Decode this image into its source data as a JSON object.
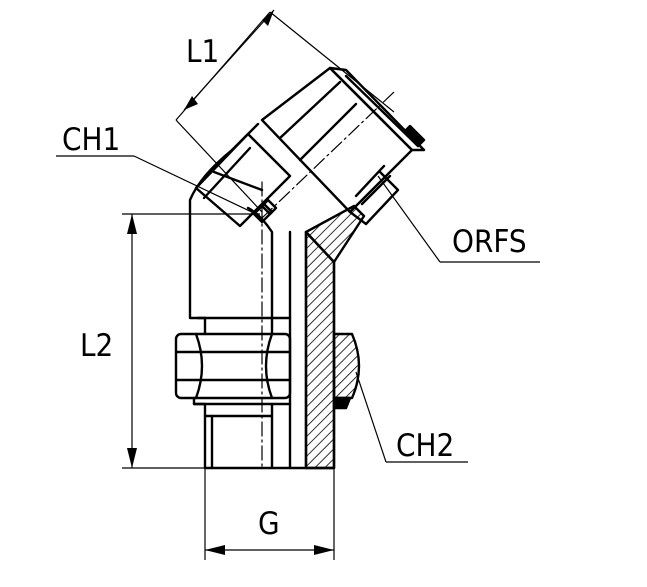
{
  "labels": {
    "l1": "L1",
    "l2": "L2",
    "ch1": "CH1",
    "ch2": "CH2",
    "orfs": "ORFS",
    "g": "G"
  },
  "colors": {
    "line": "#000000",
    "background": "#ffffff"
  }
}
